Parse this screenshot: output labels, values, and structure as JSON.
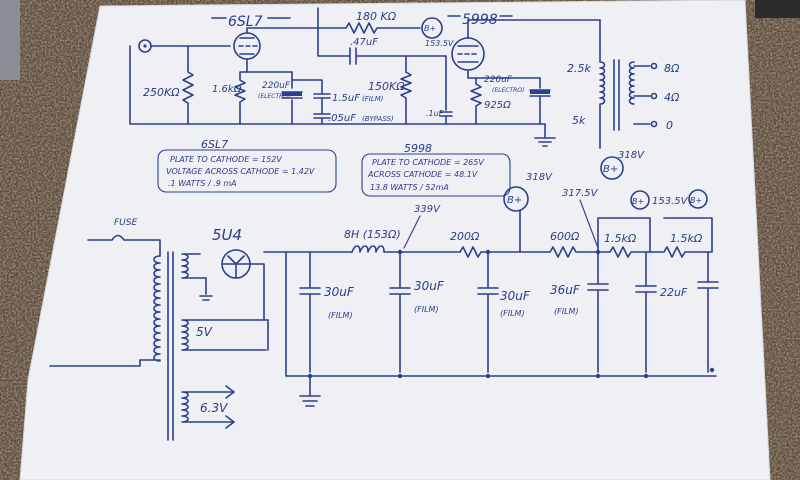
{
  "colors": {
    "ink": "#2c3f8f",
    "paper": "#f1f3f6",
    "background": "#6b5a48"
  },
  "tubes": {
    "input": "6SL7",
    "output": "5998",
    "rectifier": "5U4"
  },
  "input_stage": {
    "grid_resistor": "250KΩ",
    "cathode_resistor": "1.6kΩ",
    "cathode_cap": "220uF",
    "cathode_cap_type": "(ELECTRO)",
    "coupling_cap_a": "1.5uF",
    "coupling_cap_a_type": "(FILM)",
    "coupling_cap_b": ".05uF",
    "coupling_cap_b_type": "(BYPASS)",
    "plate_resistor": "180 KΩ",
    "bplus_node": "B+",
    "bplus_voltage": "153.5V",
    "coupling_cap": ".47uF",
    "output_grid_resistor": "150KΩ"
  },
  "output_stage": {
    "bypass_cap": ".1uF",
    "cathode_cap": "220uF",
    "cathode_cap_type": "(ELECTRO)",
    "cathode_resistor": "925Ω",
    "primary_impedance_top": "2.5k",
    "primary_impedance_bottom": "5k",
    "tap_8": "8Ω",
    "tap_4": "4Ω",
    "tap_0": "0",
    "bplus_label": "B+",
    "bplus_voltage": "318V"
  },
  "notes": {
    "sl7": {
      "title": "6SL7",
      "lines": [
        "PLATE TO CATHODE = 152V",
        "VOLTAGE ACROSS CATHODE = 1.42V",
        ".1 WATTS / .9 mA"
      ]
    },
    "s5998": {
      "title": "5998",
      "lines": [
        "PLATE TO CATHODE = 265V",
        "ACROSS CATHODE = 48.1V",
        "13.8 WATTS / 52mA"
      ]
    }
  },
  "power_supply": {
    "fuse": "FUSE",
    "rect_volts": "5V",
    "heater_volts": "6.3V",
    "node_voltage": "339V",
    "choke": "8H (153Ω)",
    "r1": "200Ω",
    "r2": "600Ω",
    "r3": "1.5kΩ",
    "r4": "1.5kΩ",
    "c1": "30uF",
    "c2": "30uF",
    "c3": "30uF",
    "c4": "36uF",
    "c5": "22uF",
    "film": "(FILM)",
    "bplus_main": "B+",
    "bplus_main_voltage": "318V",
    "tap_voltage_1": "317.5V",
    "node_bplus_a": "B+",
    "node_bplus_b": "B+",
    "tap_voltage_2": "153.5V"
  }
}
